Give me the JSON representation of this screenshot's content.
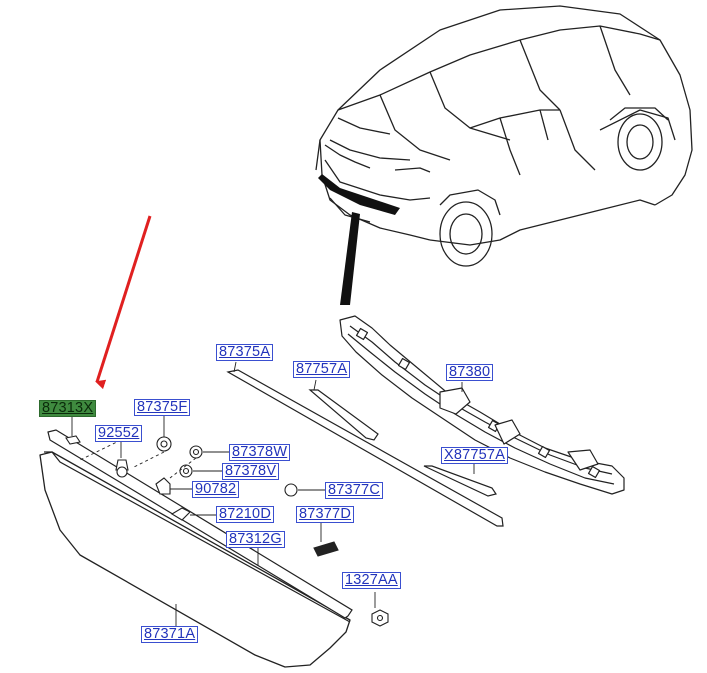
{
  "diagram": {
    "highlighted_part": "87313X",
    "parts": {
      "p87313X": "87313X",
      "p87375F": "87375F",
      "p92552": "92552",
      "p87378W": "87378W",
      "p87378V": "87378V",
      "p90782": "90782",
      "p87210D": "87210D",
      "p87312G": "87312G",
      "p87371A": "87371A",
      "p87375A": "87375A",
      "p87757A": "87757A",
      "p87380": "87380",
      "pX87757A": "X87757A",
      "p87377C": "87377C",
      "p87377D": "87377D",
      "p1327AA": "1327AA"
    },
    "colors": {
      "label_text": "#2233bb",
      "label_border": "#3a4fd0",
      "highlight": "#3f8a3f",
      "arrow": "#e02020",
      "line": "#000000"
    }
  }
}
